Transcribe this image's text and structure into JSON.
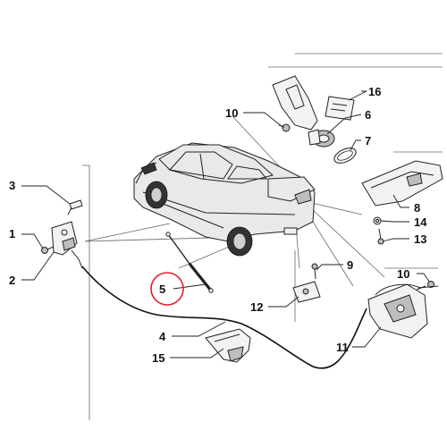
{
  "diagram": {
    "callouts": [
      {
        "id": "1",
        "label": "1"
      },
      {
        "id": "2",
        "label": "2"
      },
      {
        "id": "3",
        "label": "3"
      },
      {
        "id": "4",
        "label": "4"
      },
      {
        "id": "5",
        "label": "5"
      },
      {
        "id": "6",
        "label": "6"
      },
      {
        "id": "7",
        "label": "7"
      },
      {
        "id": "8",
        "label": "8"
      },
      {
        "id": "9",
        "label": "9"
      },
      {
        "id": "10a",
        "label": "10"
      },
      {
        "id": "10b",
        "label": "10"
      },
      {
        "id": "11",
        "label": "11"
      },
      {
        "id": "12",
        "label": "12"
      },
      {
        "id": "13",
        "label": "13"
      },
      {
        "id": "14",
        "label": "14"
      },
      {
        "id": "15",
        "label": "15"
      },
      {
        "id": "16",
        "label": "16"
      }
    ],
    "highlighted_callout": "5",
    "colors": {
      "highlight": "#e0202a",
      "line": "#222222",
      "background": "#ffffff"
    }
  }
}
